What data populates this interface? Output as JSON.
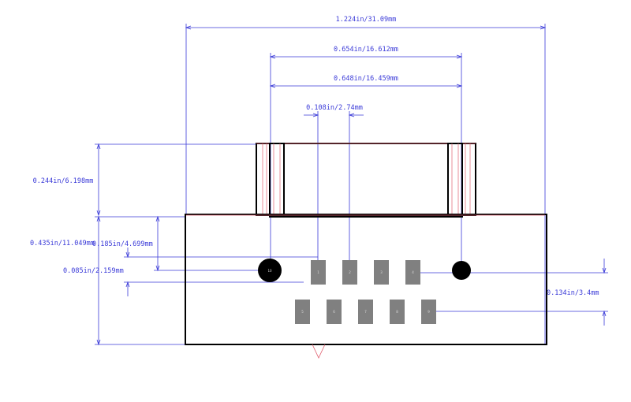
{
  "colors": {
    "dimension": "#3a3ad8",
    "outline": "#000000",
    "pad": "#808080",
    "keepout": "#e06070",
    "hole": "#000000",
    "background": "#ffffff"
  },
  "dimensions": {
    "overall_width": "1.224in/31.09mm",
    "outer_post_span": "0.654in/16.612mm",
    "inner_post_span": "0.648in/16.459mm",
    "pin_pitch": "0.108in/2.74mm",
    "shroud_height": "0.244in/6.198mm",
    "body_height": "0.435in/11.049mm",
    "hole_to_pad": "0.185in/4.699mm",
    "row_offset": "0.085in/2.159mm",
    "row_spacing": "0.134in/3.4mm"
  },
  "pads": {
    "top_row": [
      "1",
      "2",
      "3",
      "4"
    ],
    "bottom_row": [
      "5",
      "6",
      "7",
      "8",
      "9"
    ],
    "mounting_hole": "10"
  }
}
